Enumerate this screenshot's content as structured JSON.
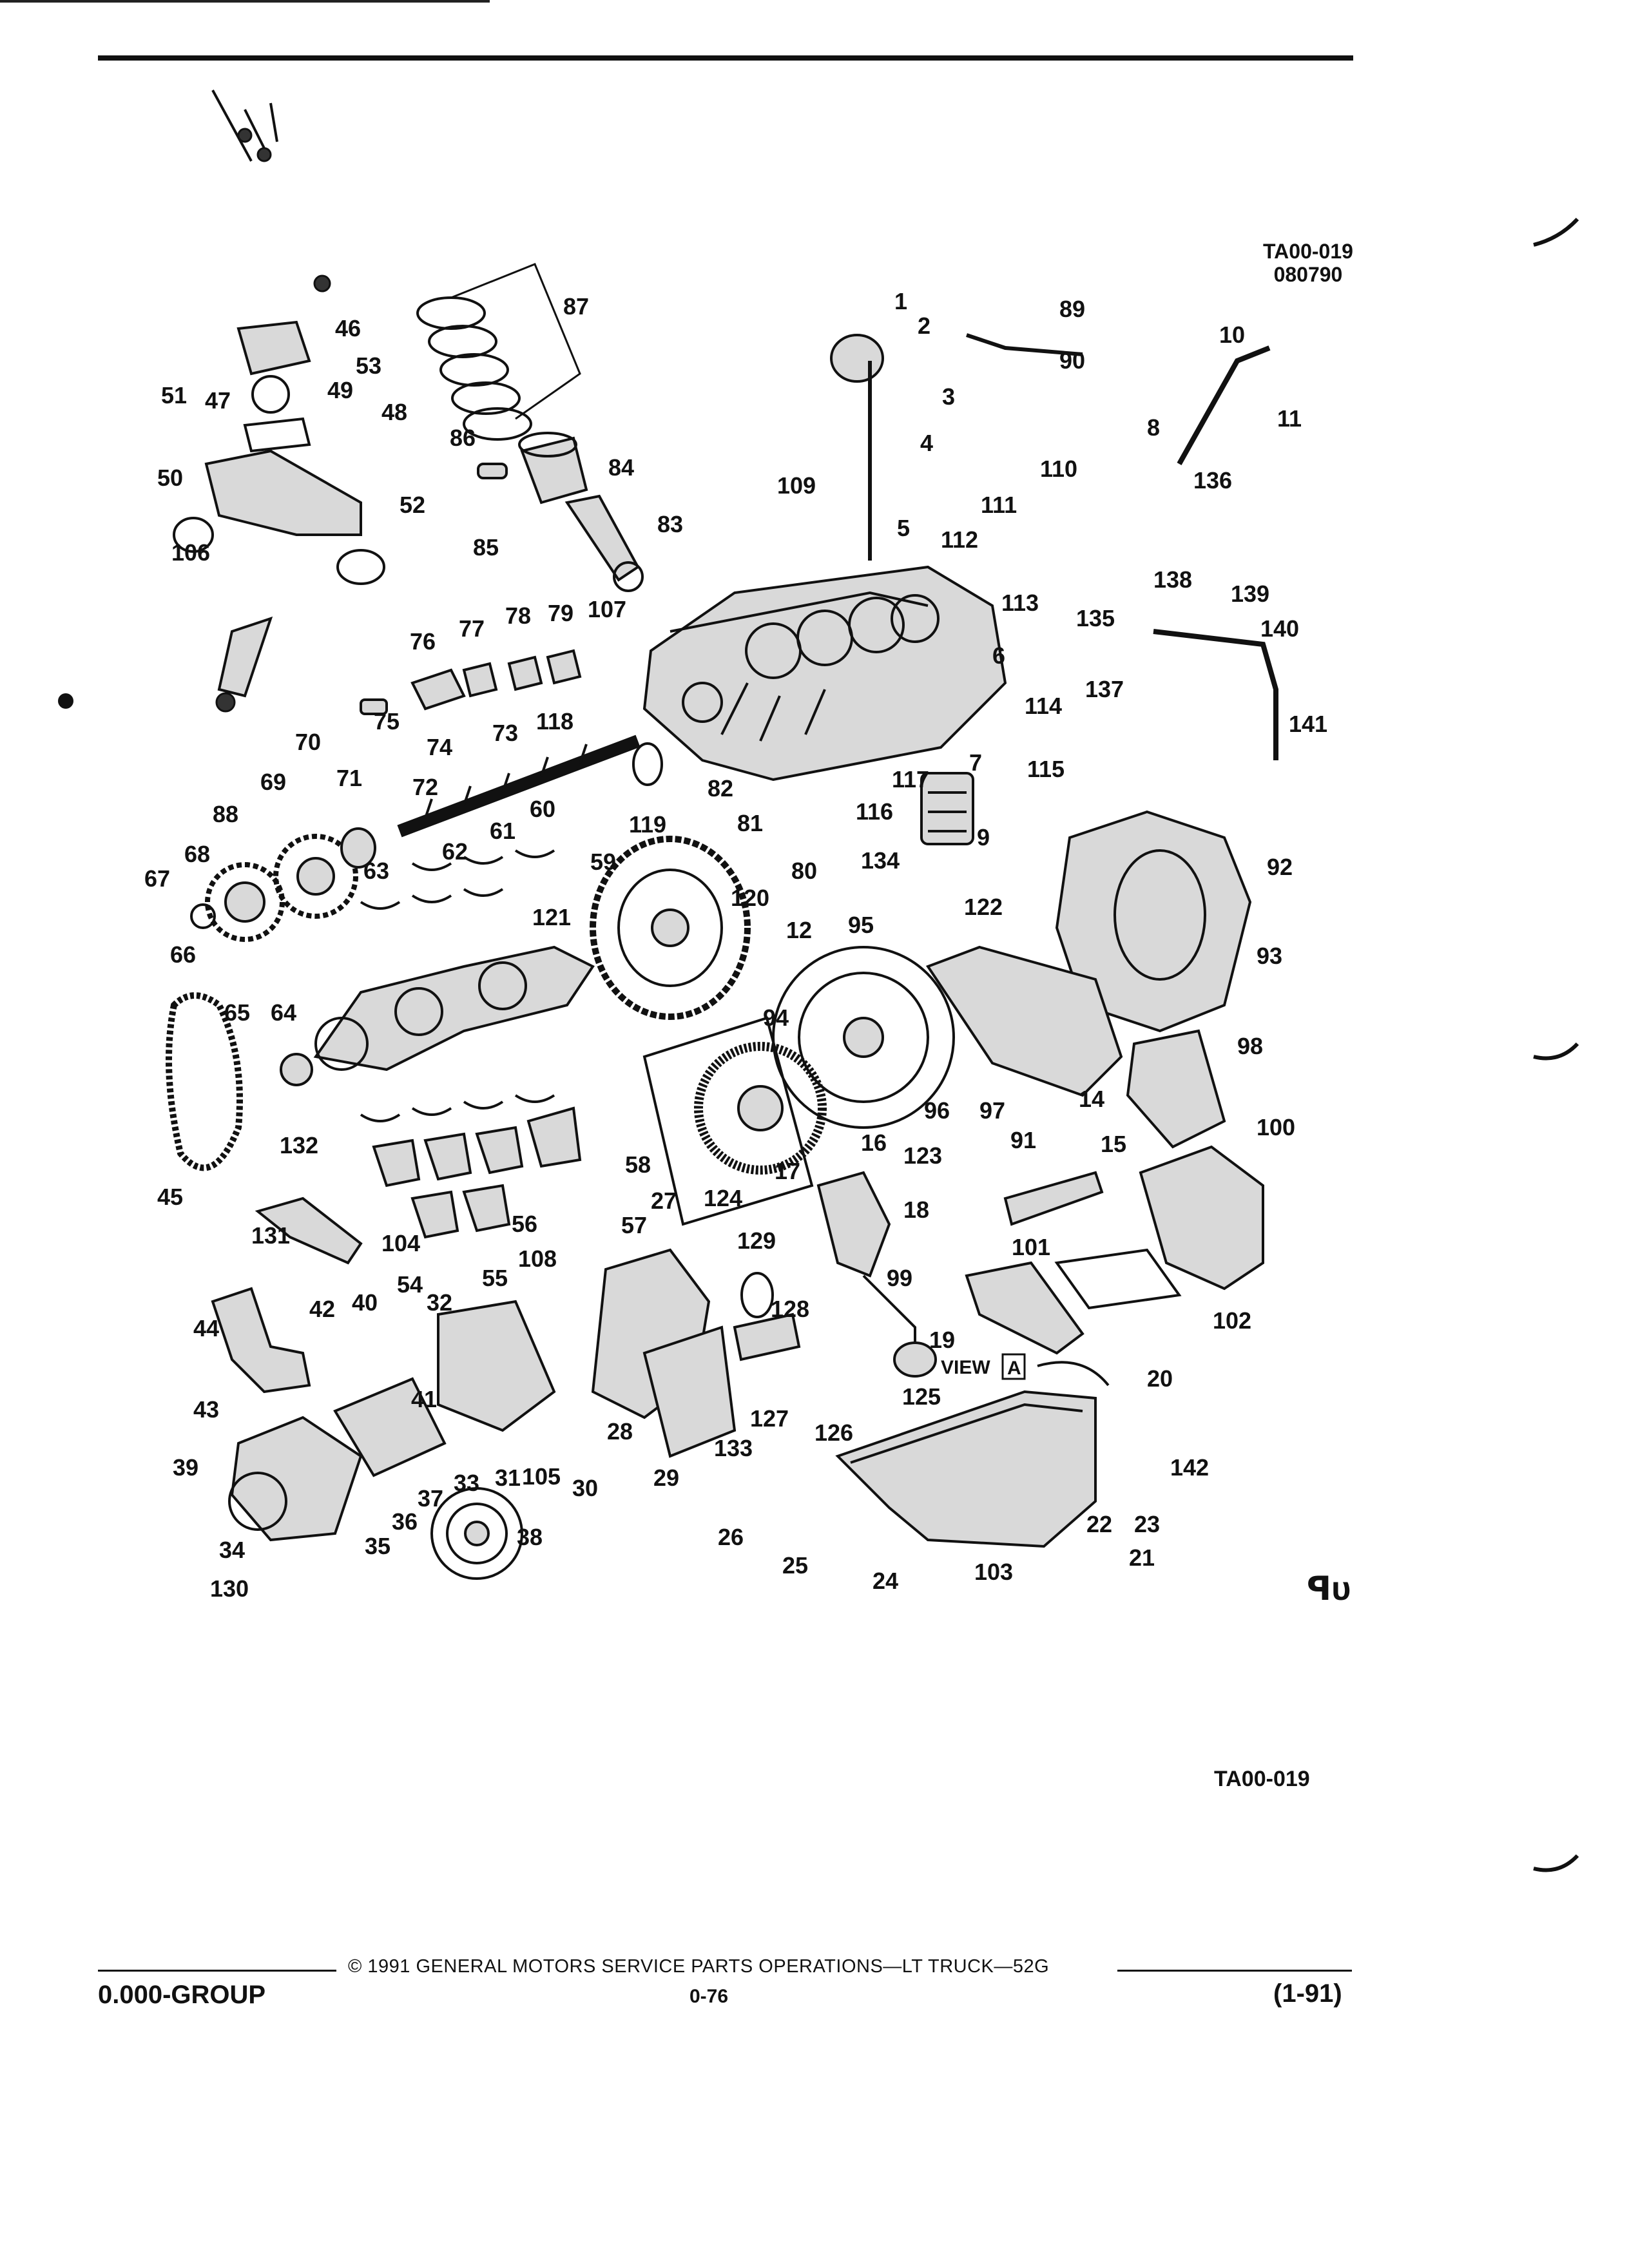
{
  "figure": {
    "code_top": "TA00-019",
    "date_code": "080790",
    "code_bottom": "TA00-019",
    "view_label": "VIEW",
    "view_letter": "A"
  },
  "callouts": [
    "1",
    "2",
    "3",
    "4",
    "5",
    "6",
    "7",
    "8",
    "9",
    "10",
    "11",
    "12",
    "14",
    "15",
    "16",
    "17",
    "18",
    "19",
    "20",
    "21",
    "22",
    "23",
    "24",
    "25",
    "26",
    "27",
    "28",
    "29",
    "30",
    "31",
    "32",
    "33",
    "34",
    "35",
    "36",
    "37",
    "38",
    "39",
    "40",
    "41",
    "42",
    "43",
    "44",
    "45",
    "46",
    "47",
    "48",
    "49",
    "50",
    "51",
    "52",
    "53",
    "54",
    "55",
    "56",
    "57",
    "58",
    "59",
    "60",
    "61",
    "62",
    "63",
    "64",
    "65",
    "66",
    "67",
    "68",
    "69",
    "70",
    "71",
    "72",
    "73",
    "74",
    "75",
    "76",
    "77",
    "78",
    "79",
    "80",
    "81",
    "82",
    "83",
    "84",
    "85",
    "86",
    "87",
    "88",
    "89",
    "90",
    "91",
    "92",
    "93",
    "94",
    "95",
    "96",
    "97",
    "98",
    "99",
    "100",
    "101",
    "102",
    "103",
    "104",
    "105",
    "106",
    "107",
    "108",
    "109",
    "110",
    "111",
    "112",
    "113",
    "114",
    "115",
    "116",
    "117",
    "118",
    "119",
    "120",
    "121",
    "122",
    "123",
    "124",
    "125",
    "126",
    "127",
    "128",
    "129",
    "130",
    "131",
    "132",
    "133",
    "134",
    "135",
    "136",
    "137",
    "138",
    "139",
    "140",
    "141",
    "142"
  ],
  "footer": {
    "copyright": "©  1991  GENERAL MOTORS SERVICE PARTS OPERATIONS—LT TRUCK—52G",
    "group": "0.000-GROUP",
    "page": "0-76",
    "date": "(1-91)"
  },
  "gm_mark": "ꟼᴜ"
}
